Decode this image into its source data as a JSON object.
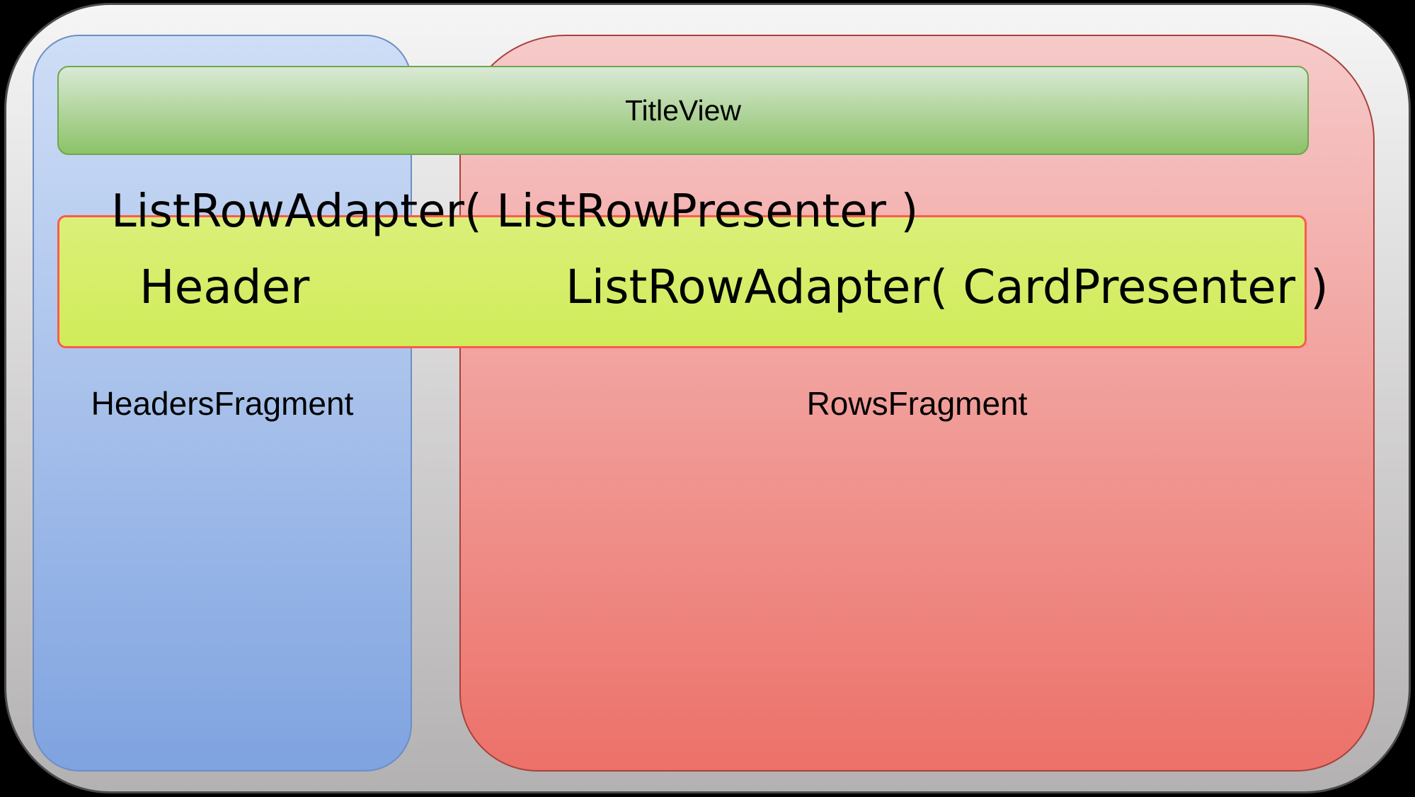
{
  "diagram": {
    "title_bar": {
      "label": "TitleView"
    },
    "headers_fragment": {
      "label": "HeadersFragment"
    },
    "rows_fragment": {
      "label": "RowsFragment"
    },
    "row_adapter_line": {
      "text": "ListRowAdapter( ListRowPresenter )"
    },
    "adapter_strip": {
      "header_cell": "Header",
      "card_adapter": "ListRowAdapter( CardPresenter )"
    }
  },
  "colors": {
    "background": "#000000",
    "stage_fill_top": "#f6f5f5",
    "stage_fill_bottom": "#b3b1b1",
    "stage_border": "#4b4b4b",
    "headers_fill_top": "#cfdef6",
    "headers_fill_bottom": "#7fa3e0",
    "headers_border": "#6d8ec6",
    "rows_fill_top": "#f6caca",
    "rows_fill_bottom": "#ec7169",
    "rows_border": "#a8423c",
    "title_fill_top": "#d9e9d5",
    "title_fill_bottom": "#8cc268",
    "title_border": "#6fa64d",
    "adapter_fill_top": "#dbef79",
    "adapter_fill_bottom": "#d0ec59",
    "adapter_border": "#fa5a50",
    "text": "#000000"
  }
}
